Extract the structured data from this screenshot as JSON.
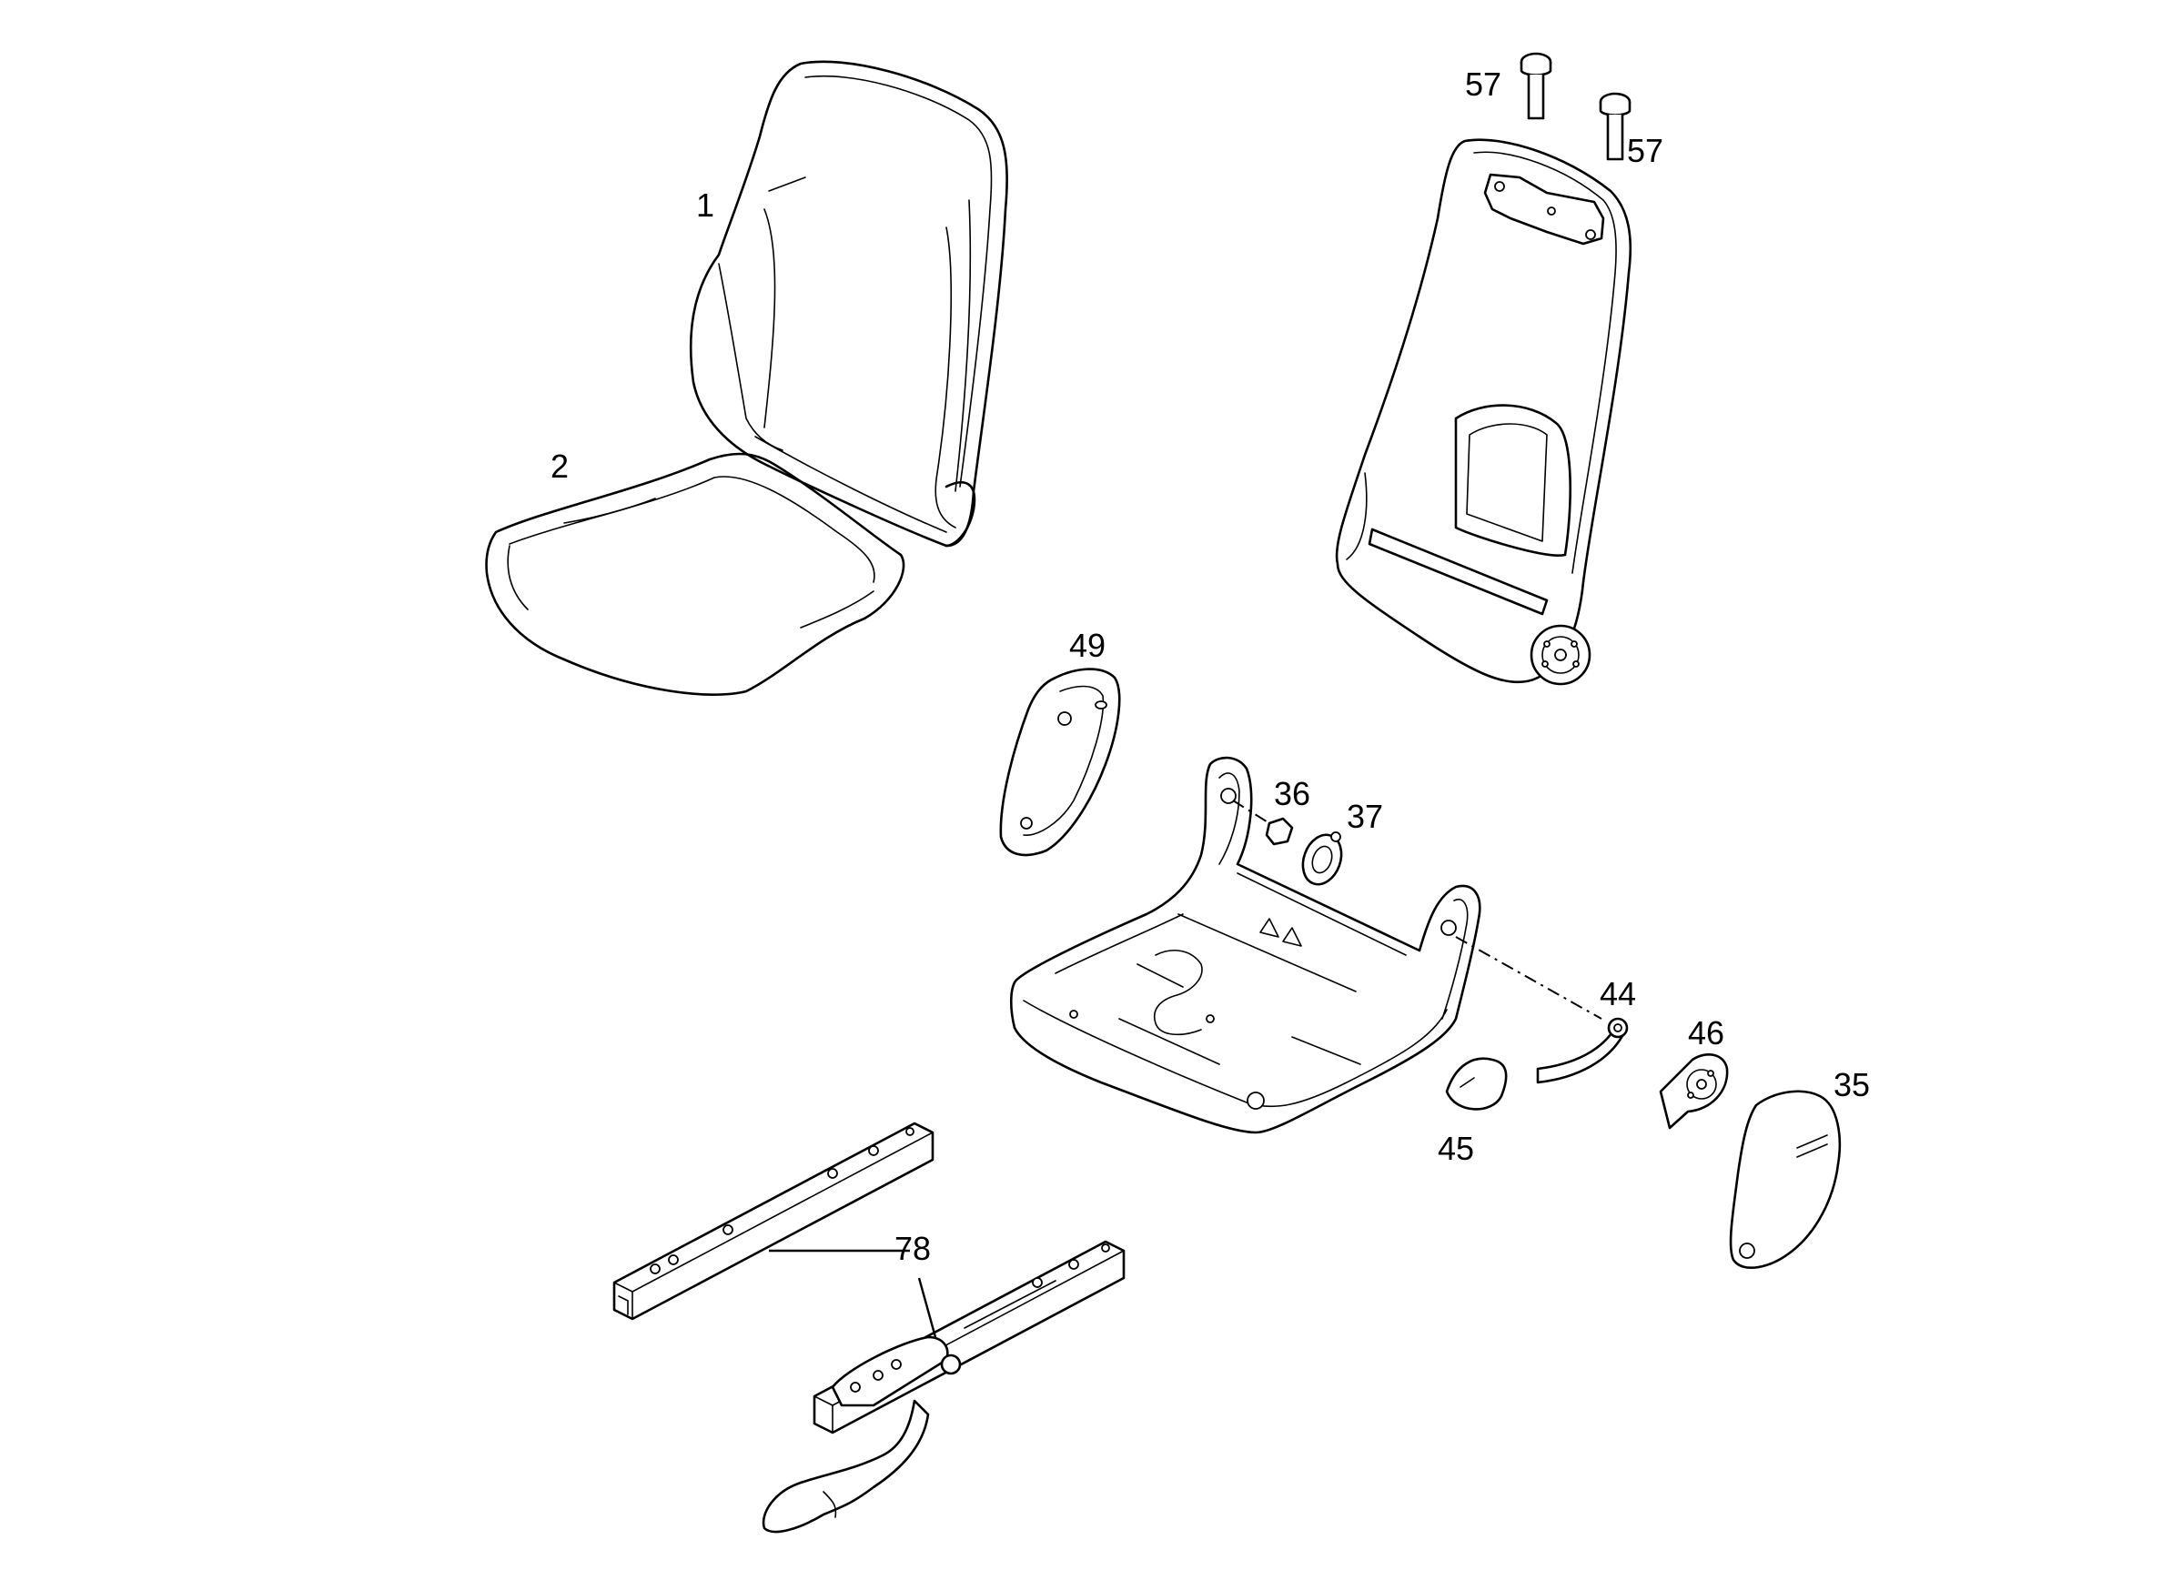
{
  "callouts": {
    "c1": "1",
    "c2": "2",
    "c57a": "57",
    "c57b": "57",
    "c49": "49",
    "c36": "36",
    "c37": "37",
    "c44": "44",
    "c46": "46",
    "c45": "45",
    "c35": "35",
    "c78": "78"
  }
}
